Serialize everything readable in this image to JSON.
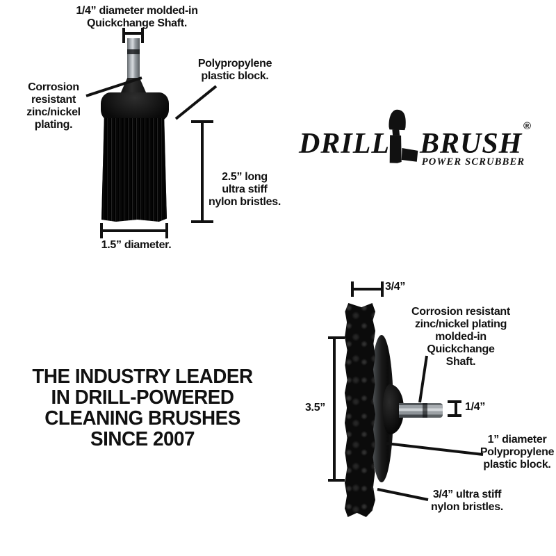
{
  "colors": {
    "ink": "#111111",
    "background": "#ffffff",
    "metal": "#b9bfc4",
    "plastic": "#0d0d0d"
  },
  "logo": {
    "word_drill": "DRILL",
    "word_brush": "BRUSH",
    "registered_mark": "®",
    "tagline": "POWER SCRUBBER"
  },
  "headline": {
    "text": "THE INDUSTRY LEADER\nIN DRILL-POWERED\nCLEANING BRUSHES\nSINCE 2007"
  },
  "cylinder_brush": {
    "callouts": {
      "shaft": "1/4” diameter molded-in\nQuickchange Shaft.",
      "plating": "Corrosion\nresistant\nzinc/nickel\nplating.",
      "block": "Polypropylene\nplastic block.",
      "bristles": "2.5” long\nultra stiff\nnylon bristles.",
      "diameter": "1.5” diameter."
    }
  },
  "disc_brush": {
    "callouts": {
      "width": "3/4”",
      "shaft": "Corrosion resistant\nzinc/nickel plating\nmolded-in\nQuickchange\nShaft.",
      "height": "3.5”",
      "shaft_diameter": "1/4”",
      "block": "1” diameter\nPolypropylene\nplastic block.",
      "bristles": "3/4” ultra stiff\nnylon bristles."
    }
  }
}
